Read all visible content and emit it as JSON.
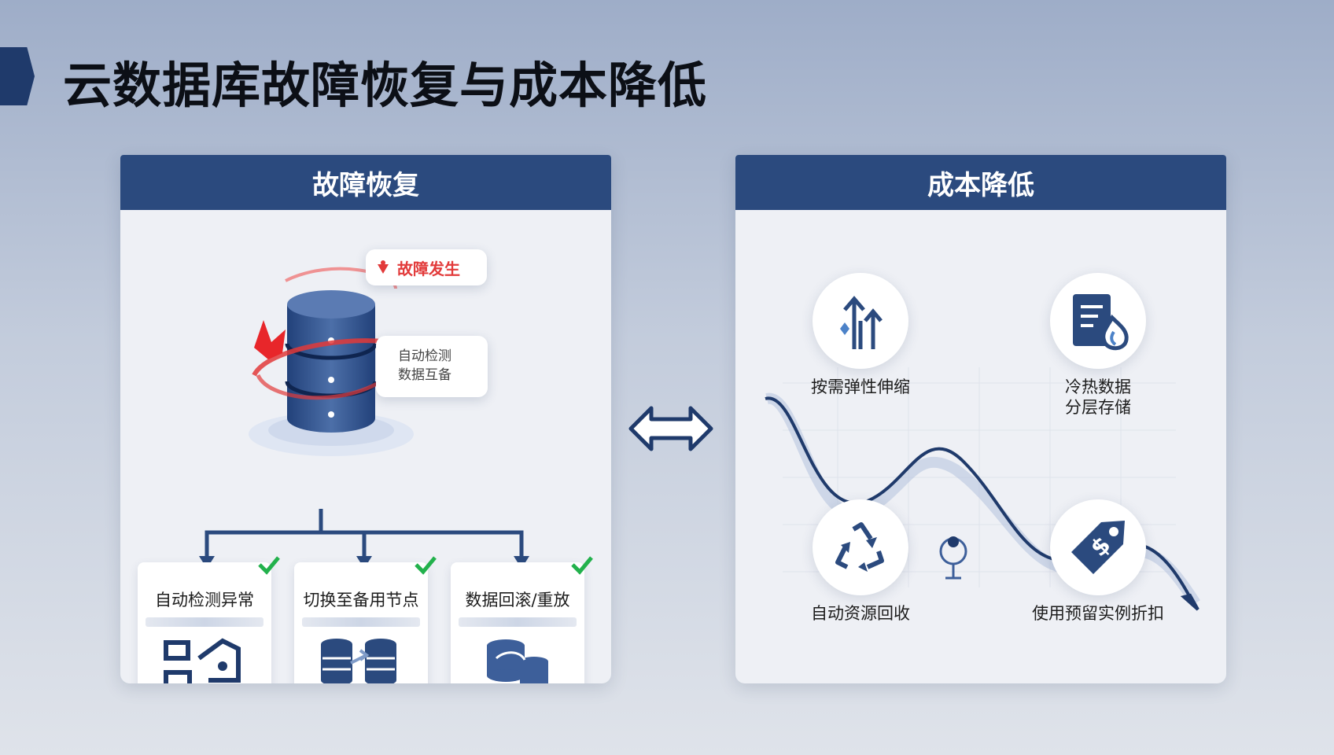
{
  "title": "云数据库故障恢复与成本降低",
  "left_panel": {
    "heading": "故障恢复",
    "fault_bubble": "故障发生",
    "info_bubble": [
      "自动检测",
      "数据互备"
    ],
    "steps": [
      {
        "label": "自动检测异常",
        "icon": "detect-icon"
      },
      {
        "label": "切换至备用节点",
        "icon": "failover-icon"
      },
      {
        "label": "数据回滚/重放",
        "icon": "rollback-icon"
      }
    ]
  },
  "right_panel": {
    "heading": "成本降低",
    "features": [
      {
        "label": "按需弹性伸缩",
        "icon": "scale-up-icon"
      },
      {
        "label": "冷热数据\n分层存储",
        "line1": "冷热数据",
        "line2": "分层存储",
        "icon": "hot-cold-storage-icon"
      },
      {
        "label": "自动资源回收",
        "icon": "recycle-icon"
      },
      {
        "label": "使用预留实例折扣",
        "icon": "price-tag-icon"
      }
    ]
  },
  "colors": {
    "primary": "#2b4a7e",
    "accent_red": "#e23a3a",
    "check_green": "#22b14c"
  }
}
